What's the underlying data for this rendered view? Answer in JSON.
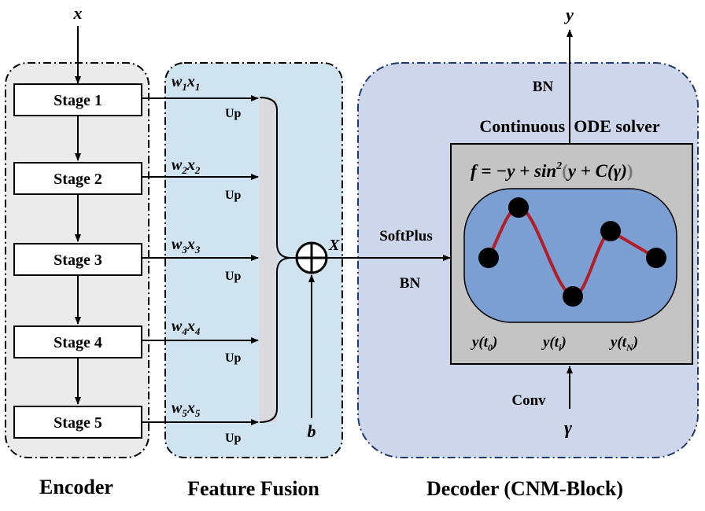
{
  "inputs": {
    "x": "x",
    "y_out": "y",
    "gamma": "γ",
    "b": "b",
    "X": "X"
  },
  "encoder": {
    "title": "Encoder",
    "stages": [
      "Stage 1",
      "Stage 2",
      "Stage 3",
      "Stage 4",
      "Stage 5"
    ]
  },
  "fusion": {
    "title": "Feature Fusion",
    "weights": [
      {
        "w": "w",
        "sub": "1",
        "x": "x",
        "xsub": "1"
      },
      {
        "w": "w",
        "sub": "2",
        "x": "x",
        "xsub": "2"
      },
      {
        "w": "w",
        "sub": "3",
        "x": "x",
        "xsub": "3"
      },
      {
        "w": "w",
        "sub": "4",
        "x": "x",
        "xsub": "4"
      },
      {
        "w": "w",
        "sub": "5",
        "x": "x",
        "xsub": "5"
      }
    ],
    "up_label": "Up"
  },
  "decoder": {
    "title": "Decoder (CNM-Block)",
    "softplus": "SoftPlus",
    "bn_in": "BN",
    "bn_out": "BN",
    "conv": "Conv",
    "solver_title": "Continuous  ODE solver",
    "equation": {
      "lhs": "f = −y + sin",
      "sup": "2",
      "paren_open": "(",
      "mid": "y + C(γ)",
      "paren_close": ")"
    },
    "time_labels": [
      {
        "y": "y(t",
        "sub": "0",
        "close": ")"
      },
      {
        "y": "y(t",
        "sub": "i",
        "close": ")"
      },
      {
        "y": "y(t",
        "sub": "N",
        "close": ")"
      }
    ]
  },
  "colors": {
    "encoder_bg": "#ebebeb",
    "fusion_bg": "#d0e3f0",
    "decoder_bg": "#cdd6ea",
    "solver_bg": "#c4c4c4",
    "capsule_bg": "#7b9fd2",
    "curve": "#b11e28",
    "node": "#000000",
    "concat_bar": "#d9d9de"
  }
}
